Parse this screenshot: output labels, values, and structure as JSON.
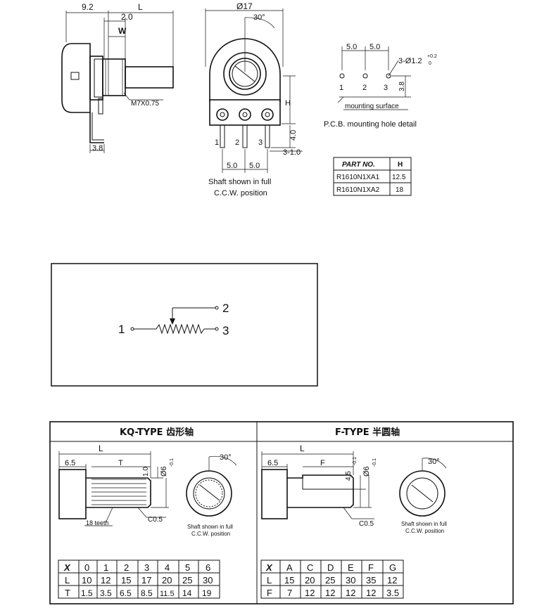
{
  "top_drawing": {
    "side_view": {
      "dim_9_2": "9.2",
      "dim_L": "L",
      "dim_2_0": "2.0",
      "dim_W": "W",
      "thread_label": "M7X0.75",
      "dim_3_8": "3.8"
    },
    "front_view": {
      "dia_label": "Ø17",
      "angle_label": "30°",
      "pin_1": "1",
      "pin_2": "2",
      "pin_3": "3",
      "dim_H": "H",
      "dim_4_0": "4.0",
      "dim_3_1_0": "3-1.0",
      "dim_5_0_a": "5.0",
      "dim_5_0_b": "5.0",
      "caption_line1": "Shaft shown in full",
      "caption_line2": "C.C.W.  position"
    },
    "pcb_detail": {
      "dim_5_0_a": "5.0",
      "dim_5_0_b": "5.0",
      "hole_label": "3-Ø1.2",
      "hole_tol_upper": "+0.2",
      "hole_tol_lower": "0",
      "pin_1": "1",
      "pin_2": "2",
      "pin_3": "3",
      "dim_3_8": "3.8",
      "surface_label": "mounting surface",
      "caption": "P.C.B.  mounting hole detail"
    },
    "part_table": {
      "headers": [
        "PART NO.",
        "H"
      ],
      "rows": [
        [
          "R1610N1XA1",
          "12.5"
        ],
        [
          "R1610N1XA2",
          "18"
        ]
      ]
    }
  },
  "schematic": {
    "pin_1": "1",
    "pin_2": "2",
    "pin_3": "3"
  },
  "shaft_types": {
    "kq": {
      "title": "KQ-TYPE 齿形轴",
      "dim_L": "L",
      "dim_6_5": "6.5",
      "dim_T": "T",
      "dim_1_0": "1.0",
      "dia_label": "Ø6",
      "dia_tol": "-0.1",
      "chamfer": "C0.5",
      "teeth": "18 teeth",
      "angle_label": "30°",
      "caption_line1": "Shaft shown in full",
      "caption_line2": "C.C.W. position",
      "table": {
        "header": [
          "X",
          "0",
          "1",
          "2",
          "3",
          "4",
          "5",
          "6"
        ],
        "rows": [
          [
            "L",
            "10",
            "12",
            "15",
            "17",
            "20",
            "25",
            "30"
          ],
          [
            "T",
            "1.5",
            "3.5",
            "6.5",
            "8.5",
            "11.5",
            "14",
            "19"
          ]
        ]
      }
    },
    "f": {
      "title": "F-TYPE 半圆轴",
      "dim_L": "L",
      "dim_6_5": "6.5",
      "dim_F": "F",
      "dim_4_5": "4.5",
      "dim_4_5_tol": "-0.1",
      "dia_label": "Ø6",
      "dia_tol": "-0.1",
      "chamfer": "C0.5",
      "angle_label": "30°",
      "caption_line1": "Shaft shown in full",
      "caption_line2": "C.C.W. position",
      "table": {
        "header": [
          "X",
          "A",
          "C",
          "D",
          "E",
          "F",
          "G"
        ],
        "rows": [
          [
            "L",
            "15",
            "20",
            "25",
            "30",
            "35",
            "12"
          ],
          [
            "F",
            "7",
            "12",
            "12",
            "12",
            "12",
            "3.5"
          ]
        ]
      }
    }
  }
}
